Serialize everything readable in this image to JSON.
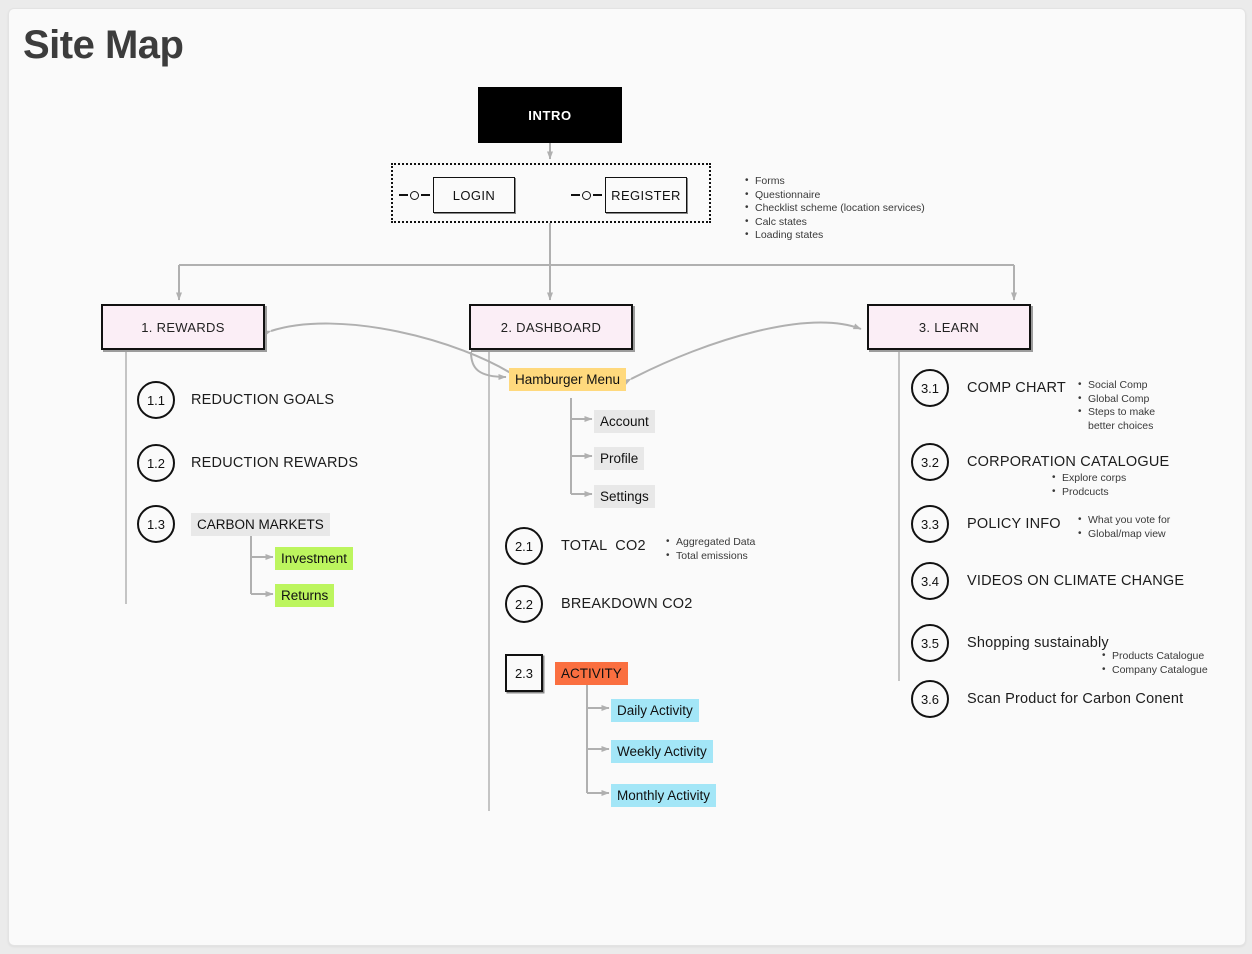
{
  "page": {
    "title": "Site Map"
  },
  "colors": {
    "canvas_bg": "#fafafa",
    "page_bg": "#ebebeb",
    "section_pink": "#fbeef6",
    "intro_black": "#000000",
    "chip_grey": "#e8e8e8",
    "chip_green": "#bcf55e",
    "chip_cyan": "#a3e6f7",
    "chip_amber": "#ffd97d",
    "chip_orange": "#fa6f40",
    "connector_grey": "#b0b0b0",
    "stroke_black": "#111111"
  },
  "intro": {
    "label": "INTRO"
  },
  "auth": {
    "login": "LOGIN",
    "register": "REGISTER",
    "connector_icon": "toggle-switch-icon",
    "notes": [
      "Forms",
      "Questionnaire",
      "Checklist scheme (location services)",
      "Calc states",
      "Loading states"
    ]
  },
  "sections": {
    "rewards": {
      "label": "1. REWARDS",
      "items": [
        {
          "num": "1.1",
          "label": "REDUCTION GOALS",
          "style": "plain"
        },
        {
          "num": "1.2",
          "label": "REDUCTION REWARDS",
          "style": "plain"
        },
        {
          "num": "1.3",
          "label": "CARBON MARKETS",
          "style": "grey"
        }
      ],
      "carbon_children": [
        {
          "label": "Investment",
          "style": "green"
        },
        {
          "label": "Returns",
          "style": "green"
        }
      ]
    },
    "dashboard": {
      "label": "2. DASHBOARD",
      "hamburger": {
        "label": "Hamburger Menu",
        "style": "amber"
      },
      "hamburger_children": [
        {
          "label": "Account",
          "style": "grey"
        },
        {
          "label": "Profile",
          "style": "grey"
        },
        {
          "label": "Settings",
          "style": "grey"
        }
      ],
      "items": [
        {
          "num": "2.1",
          "label": "TOTAL  CO2",
          "shape": "circle",
          "style": "plain",
          "notes": [
            "Aggregated Data",
            "Total emissions"
          ]
        },
        {
          "num": "2.2",
          "label": "BREAKDOWN CO2",
          "shape": "circle",
          "style": "plain",
          "notes": []
        },
        {
          "num": "2.3",
          "label": "ACTIVITY",
          "shape": "square",
          "style": "orange",
          "notes": []
        }
      ],
      "activity_children": [
        {
          "label": "Daily Activity",
          "style": "cyan"
        },
        {
          "label": "Weekly Activity",
          "style": "cyan"
        },
        {
          "label": "Monthly Activity",
          "style": "cyan"
        }
      ]
    },
    "learn": {
      "label": "3. LEARN",
      "items": [
        {
          "num": "3.1",
          "label": "COMP CHART",
          "notes": [
            "Social Comp",
            "Global Comp",
            "Steps to make",
            "better choices"
          ]
        },
        {
          "num": "3.2",
          "label": "CORPORATION CATALOGUE",
          "notes": [
            "Explore corps",
            "Prodcucts"
          ]
        },
        {
          "num": "3.3",
          "label": "POLICY INFO",
          "notes": [
            "What you vote for",
            "Global/map view"
          ]
        },
        {
          "num": "3.4",
          "label": "VIDEOS ON CLIMATE CHANGE",
          "notes": []
        },
        {
          "num": "3.5",
          "label": "Shopping sustainably",
          "notes": [
            "Products Catalogue",
            "Company Catalogue"
          ]
        },
        {
          "num": "3.6",
          "label": "Scan Product for Carbon Conent",
          "notes": []
        }
      ]
    }
  }
}
